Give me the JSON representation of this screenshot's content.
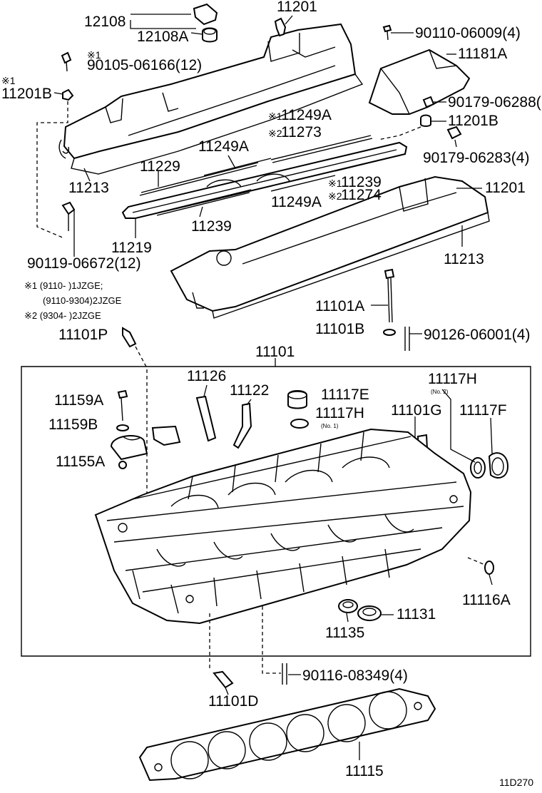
{
  "labels": {
    "l12108": "12108",
    "l12108a": "12108A",
    "l11201_top": "11201",
    "l90110": "90110-06009(4)",
    "l90105": "90105-06166(12)",
    "l11181a": "11181A",
    "l11201b_left": "11201B",
    "l90179_06288": "90179-06288(",
    "l11201b_right": "11201B",
    "l11249a_a": "11249A",
    "l11273": "11273",
    "l90179_06283": "90179-06283(4)",
    "l11249a_b": "11249A",
    "l11229": "11229",
    "l11213_left": "11213",
    "l11239_a": "11239",
    "l11274": "11274",
    "l11249a_c": "11249A",
    "l11201_mid": "11201",
    "l11239_b": "11239",
    "l11219": "11219",
    "l90119": "90119-06672(12)",
    "l11213_right": "11213",
    "l11101a": "11101A",
    "l11101b": "11101B",
    "l90126": "90126-06001(4)",
    "l11101p": "11101P",
    "l11101": "11101",
    "l11126": "11126",
    "l11122": "11122",
    "l11117h_top": "11117H",
    "l11117e": "11117E",
    "l11159a": "11159A",
    "l11117h_mid": "11117H",
    "l11101g": "11101G",
    "l11117f": "11117F",
    "l11159b": "11159B",
    "l11155a": "11155A",
    "l11116a": "11116A",
    "l11131": "11131",
    "l11135": "11135",
    "l90116": "90116-08349(4)",
    "l11101d": "11101D",
    "l11115": "11115",
    "note_no2": "(No. 2)",
    "note_no1": "(No. 1)",
    "ref_code": "11D270"
  },
  "marks": {
    "m1_90105": "※1",
    "m1_11201b": "※1",
    "m1_11249a": "※1",
    "m2_11273": "※2",
    "m1_11239": "※1",
    "m2_11274": "※2"
  },
  "footnotes": {
    "f1a": "※1 (9110-      )1JZGE;",
    "f1b": "(9110-9304)2JZGE",
    "f2": "※2 (9304-      )2JZGE"
  }
}
